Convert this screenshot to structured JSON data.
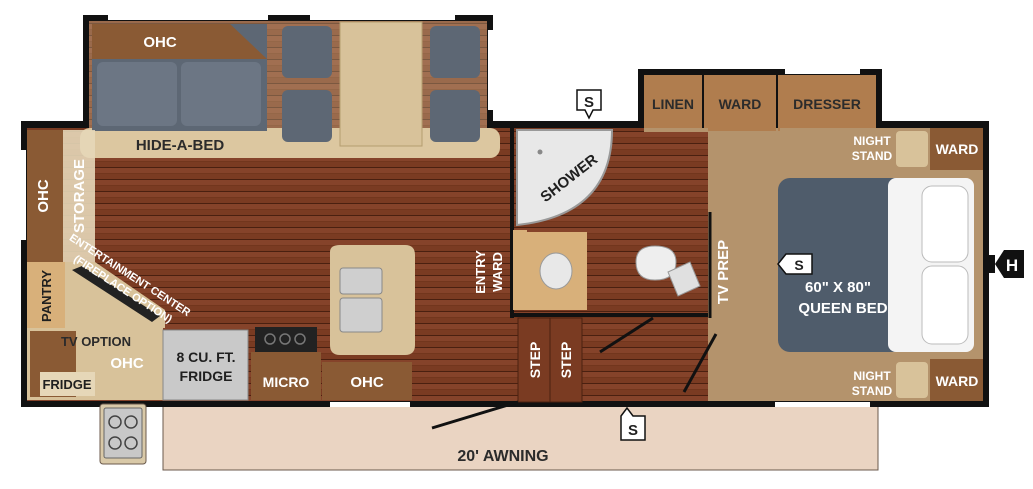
{
  "labels": {
    "ohc": "OHC",
    "hide_a_bed": "HIDE-A-BED",
    "storage": "STORAGE",
    "entertainment_line1": "ENTERTAINMENT CENTER",
    "entertainment_line2": "(FIREPLACE OPTION)",
    "pantry": "PANTRY",
    "tv_option": "TV OPTION",
    "fridge": "FRIDGE",
    "fridge_size_line1": "8 CU. FT.",
    "fridge_size_line2": "FRIDGE",
    "micro": "MICRO",
    "shower": "SHOWER",
    "entry_line1": "ENTRY",
    "entry_line2": "WARD",
    "step": "STEP",
    "tv_prep": "TV PREP",
    "linen": "LINEN",
    "ward": "WARD",
    "dresser": "DRESSER",
    "night_line1": "NIGHT",
    "night_line2": "STAND",
    "bed_size": "60\" X 80\"",
    "bed_name": "QUEEN BED",
    "awning": "20' AWNING",
    "speaker_symbol": "S",
    "hitch_symbol": "H"
  },
  "colors": {
    "wall": "#111111",
    "floor_wood": "#7a3b22",
    "cabinet": "#8a5a34",
    "tan": "#d8c29a",
    "light_tan": "#e6d7b8",
    "carpet": "#b4936c",
    "sofa": "#5d6774",
    "bedspread": "#4f5c6b",
    "awning": "#ead4c2"
  }
}
